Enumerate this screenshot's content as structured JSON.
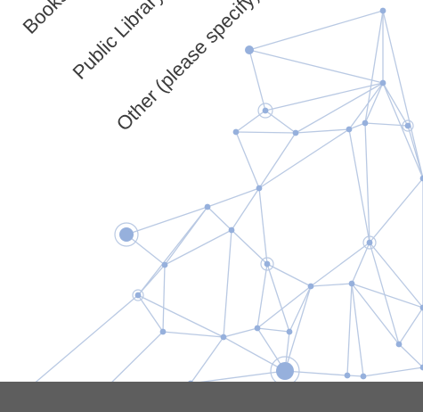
{
  "chart_data": {
    "type": "bar",
    "category_labels": [
      "Books",
      "Public Library",
      "Other (please specify)"
    ],
    "label_rotation_deg": -45
  },
  "colors": {
    "network_lines": "#b9c9e3",
    "network_nodes": "#96b0dc",
    "bottom_bar": "#5e5e5e",
    "label_text": "#3b3b3b"
  }
}
